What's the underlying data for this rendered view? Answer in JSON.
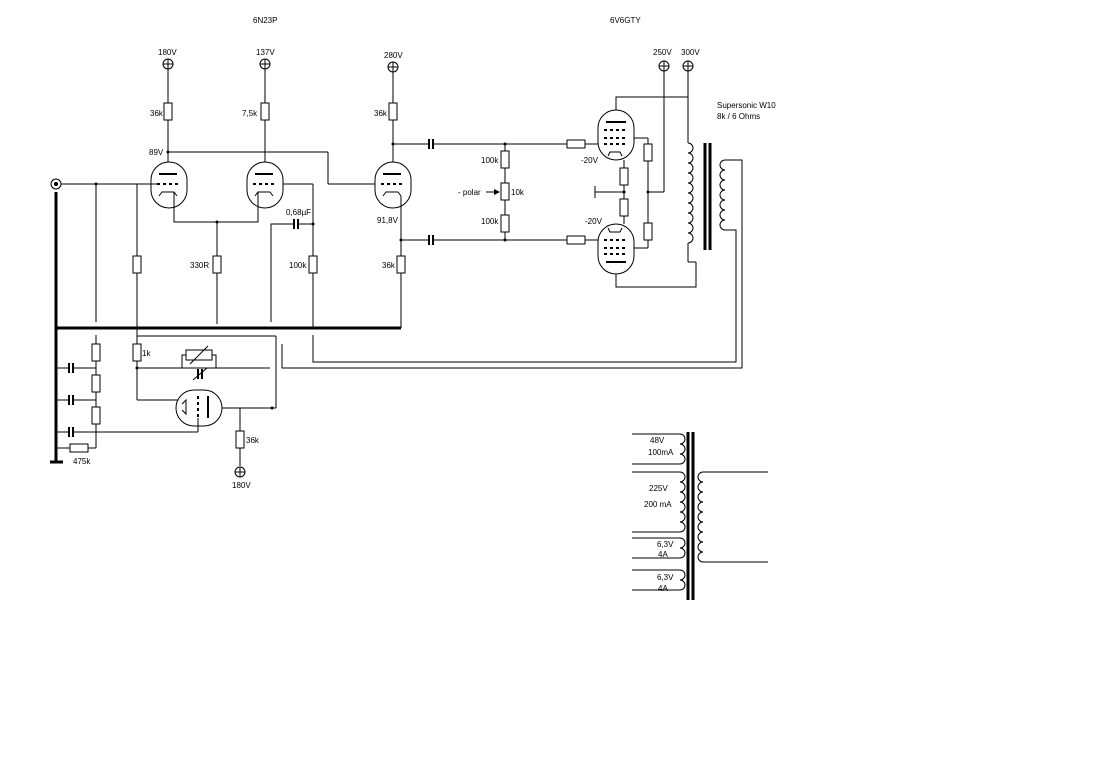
{
  "tubes": {
    "driver": "6N23P",
    "output": "6V6GTY"
  },
  "supplies": {
    "v180_top": "180V",
    "v137": "137V",
    "v280": "280V",
    "v250": "250V",
    "v300": "300V",
    "v180_bottom": "180V"
  },
  "voltages": {
    "plate1": "89V",
    "cathode3": "91,8V",
    "bias_upper": "-20V",
    "bias_lower": "-20V"
  },
  "components": {
    "r36k_1": "36k",
    "r7k5": "7,5k",
    "r36k_2": "36k",
    "r36k_3": "36k",
    "r36k_4": "36k",
    "r330": "330R",
    "r100k_a": "100k",
    "r100k_b": "100k",
    "r100k_c": "100k",
    "pot10k": "10k",
    "r1k": "1k",
    "r475k": "475k",
    "c068": "0,68µF",
    "polar": "- polar"
  },
  "output_transformer": {
    "name": "Supersonic W10",
    "ratio": "8k / 6 Ohms"
  },
  "power_transformer": {
    "w1_v": "48V",
    "w1_i": "100mA",
    "w2_v": "225V",
    "w2_i": "200 mA",
    "w3_v": "6,3V",
    "w3_i": "4A",
    "w4_v": "6,3V",
    "w4_i": "4A"
  }
}
